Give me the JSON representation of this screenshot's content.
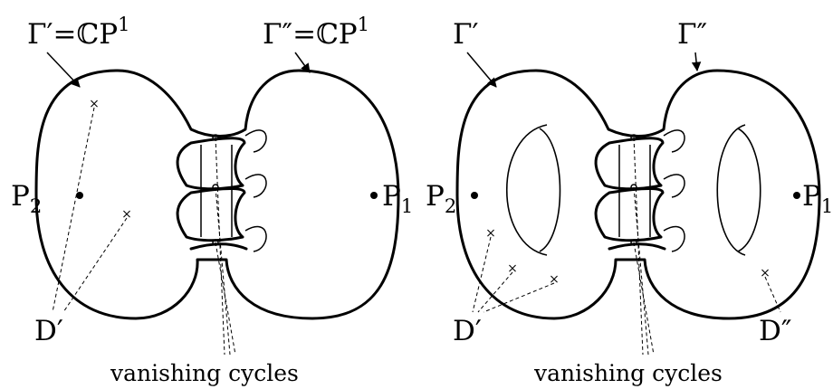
{
  "left": {
    "label_gamma1": "Γ′=ℂP",
    "label_gamma1_sup": "1",
    "label_gamma2": "Γ″=ℂP",
    "label_gamma2_sup": "1",
    "point_p2": "P",
    "point_p2_sub": "2",
    "point_p1": "P",
    "point_p1_sub": "1",
    "divisor": "D′",
    "caption": "vanishing cycles"
  },
  "right": {
    "label_gamma1": "Γ′",
    "label_gamma2": "Γ″",
    "point_p2": "P",
    "point_p2_sub": "2",
    "point_p1": "P",
    "point_p1_sub": "1",
    "divisor1": "D′",
    "divisor2": "D″",
    "caption": "vanishing cycles"
  },
  "marker_glyph": "×"
}
